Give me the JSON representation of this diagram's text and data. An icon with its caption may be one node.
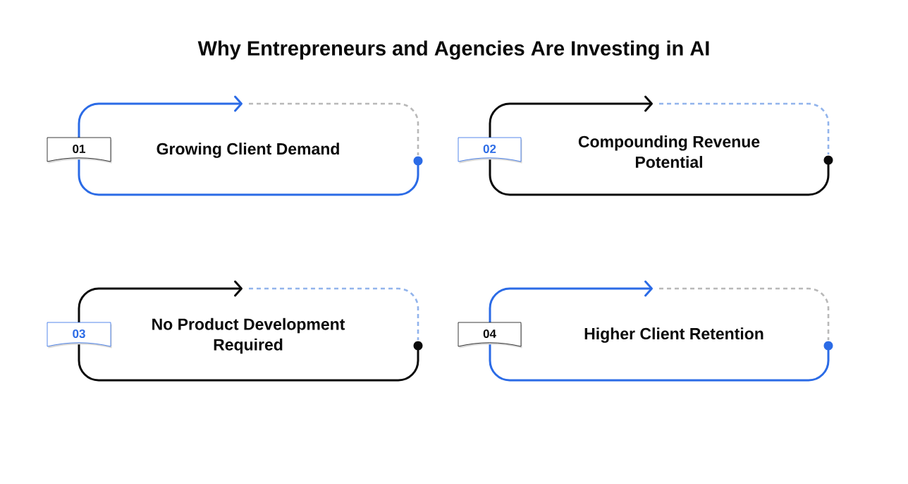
{
  "diagram": {
    "title": "Why Entrepreneurs and Agencies Are Investing in AI",
    "nodes": [
      {
        "text": [
          "Growing Client Demand"
        ]
      },
      {
        "text": [
          "01"
        ]
      },
      {
        "text": [
          "Compounding Revenue Potential"
        ]
      },
      {
        "text": [
          "02"
        ]
      },
      {
        "text": [
          "No Product Development Required"
        ]
      },
      {
        "text": [
          "03"
        ]
      },
      {
        "text": [
          "Higher Client Retention"
        ]
      },
      {
        "text": [
          "04"
        ]
      }
    ]
  }
}
